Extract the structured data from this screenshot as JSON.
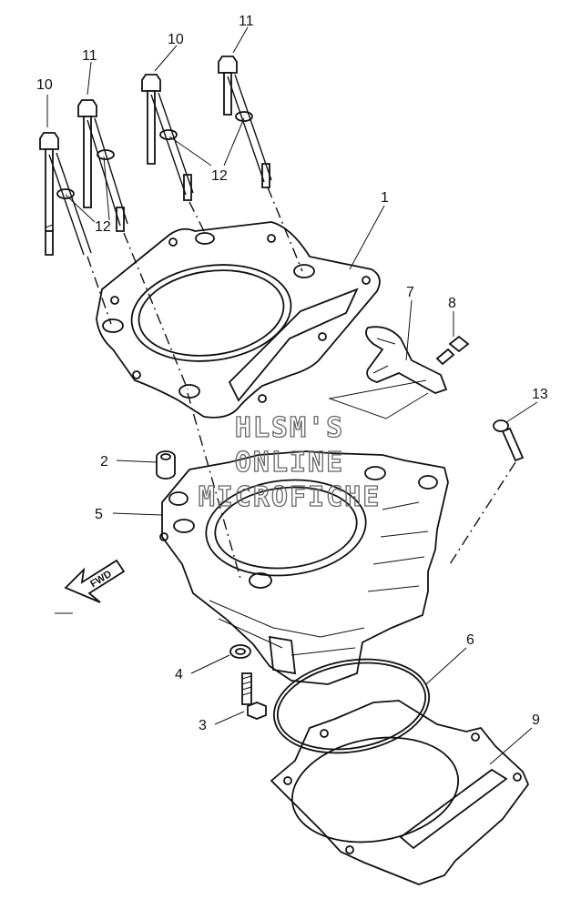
{
  "watermark": {
    "line1": "HLSM'S",
    "line2": "ONLINE",
    "line3": "MICROFICHE"
  },
  "fwd_label": "FWD",
  "callouts": {
    "c1": "1",
    "c2": "2",
    "c3": "3",
    "c4": "4",
    "c5": "5",
    "c6": "6",
    "c7": "7",
    "c8": "8",
    "c9": "9",
    "c10a": "10",
    "c10b": "10",
    "c11a": "11",
    "c11b": "11",
    "c12a": "12",
    "c12b": "12",
    "c13": "13"
  }
}
